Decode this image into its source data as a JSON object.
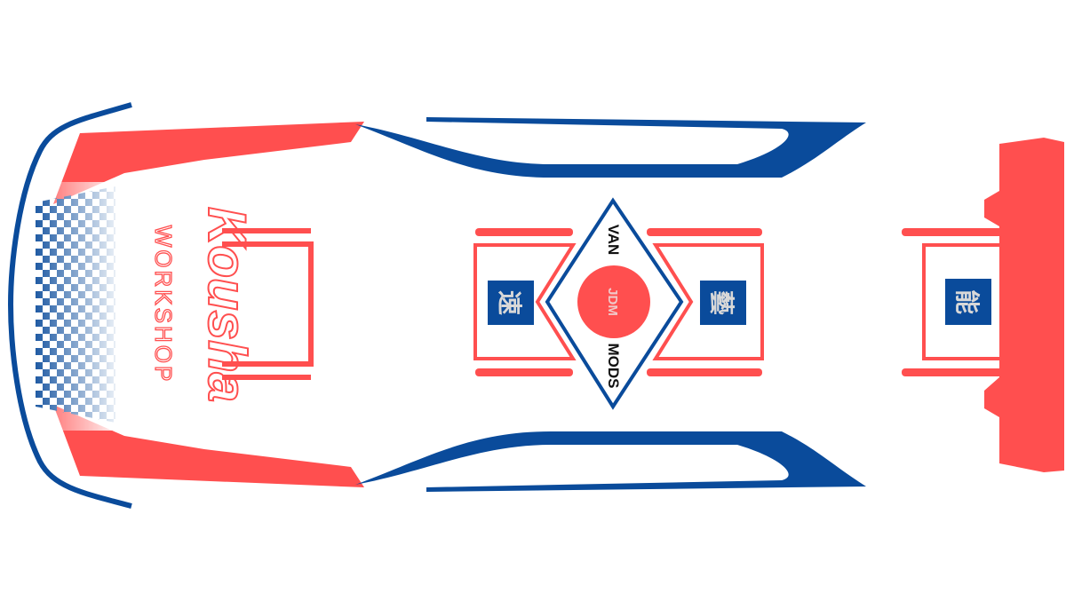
{
  "livery": {
    "logo_text": "Kousha",
    "workshop_label": "WORKSHOP",
    "badge_top": "VAN",
    "badge_center": "JDM",
    "badge_bottom": "MODS",
    "kanji_left": "速",
    "kanji_right": "藝",
    "kanji_wing": "能"
  },
  "colors": {
    "red": "#ff4f4f",
    "blue": "#0a4b9b",
    "white": "#ffffff"
  }
}
